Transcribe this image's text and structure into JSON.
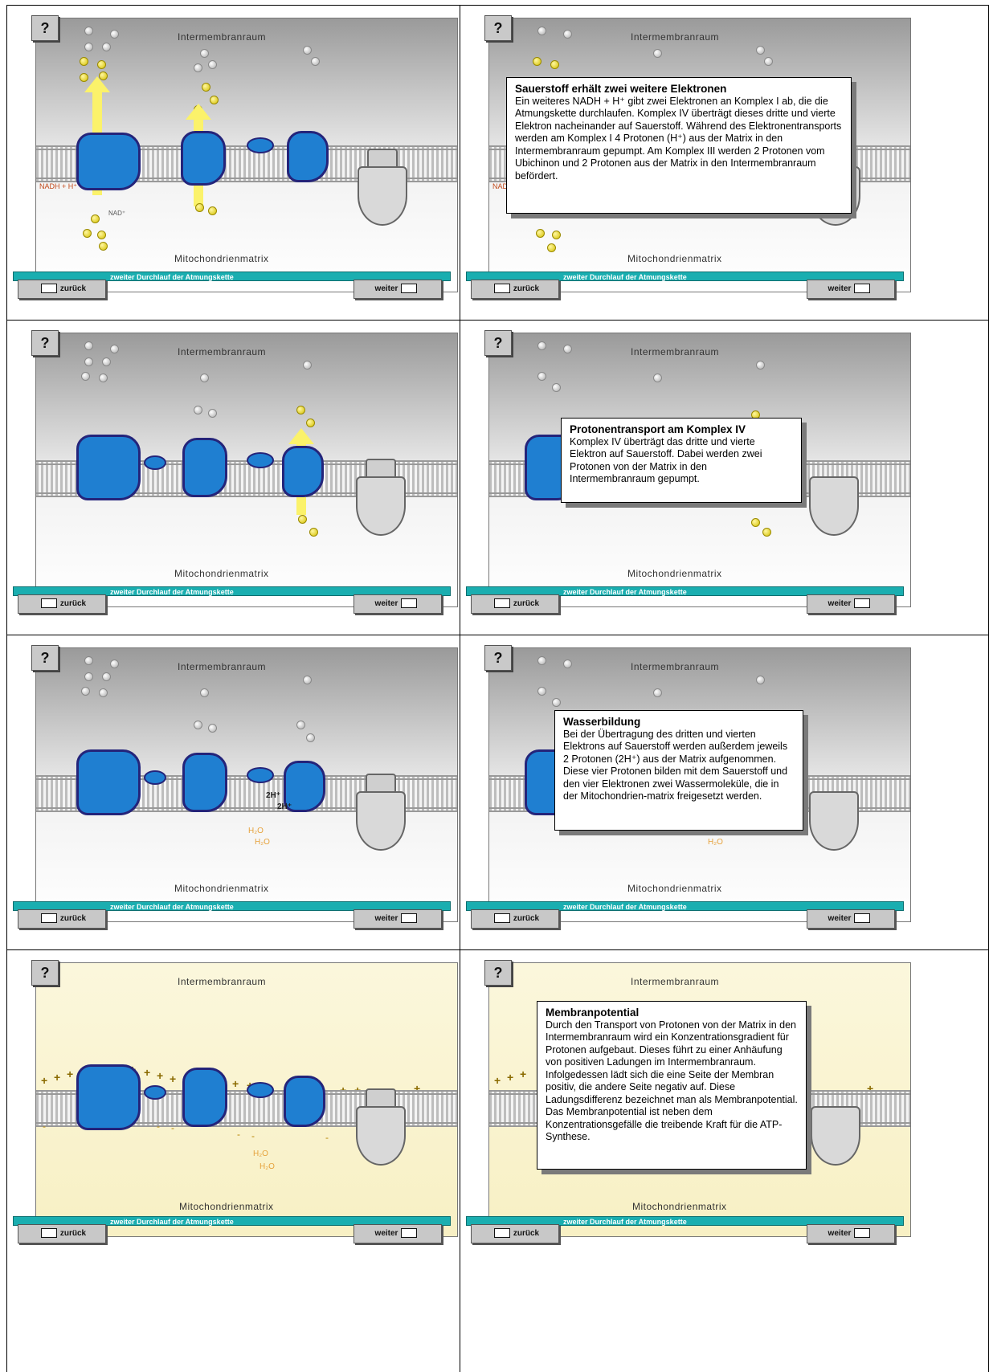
{
  "common": {
    "help_label": "?",
    "top_label": "Intermembranraum",
    "bottom_label": "Mitochondrienmatrix",
    "bar_label": "zweiter Durchlauf der Atmungskette",
    "back_label": "zurück",
    "next_label": "weiter"
  },
  "panels": [
    {
      "id": "p1",
      "annotations": {
        "nadh": "NADH + H⁺",
        "nadp": "NAD⁺"
      }
    },
    {
      "id": "p2",
      "info": {
        "title": "Sauerstoff erhält zwei weitere Elektronen",
        "text": "Ein weiteres NADH + H⁺ gibt zwei Elektronen an Komplex I ab, die die Atmungskette durchlaufen. Komplex IV überträgt dieses dritte und vierte Elektron nacheinander auf Sauerstoff. Während des Elektronentransports werden am Komplex I 4 Protonen (H⁺) aus der Matrix in den Intermembranraum gepumpt. Am Komplex III werden 2 Protonen vom Ubichinon und 2 Protonen aus der Matrix in den Intermembranraum befördert."
      },
      "annotations": {
        "nadh": "NAD"
      }
    },
    {
      "id": "p3"
    },
    {
      "id": "p4",
      "info": {
        "title": "Protonentransport am Komplex IV",
        "text": "Komplex IV überträgt das dritte und vierte Elektron auf Sauerstoff. Dabei werden zwei Protonen von der Matrix in den Intermembranraum gepumpt."
      }
    },
    {
      "id": "p5",
      "annotations": {
        "twoh_a": "2H⁺",
        "twoh_b": "2H⁺",
        "h2o_a": "H₂O",
        "h2o_b": "H₂O"
      }
    },
    {
      "id": "p6",
      "info": {
        "title": "Wasserbildung",
        "text": "Bei der Übertragung des dritten und vierten Elektrons auf Sauerstoff werden außerdem jeweils 2 Protonen (2H⁺) aus der Matrix aufgenommen. Diese vier Protonen bilden mit dem Sauerstoff und den vier Elektronen zwei Wassermoleküle, die in der Mitochondrien-matrix freigesetzt werden."
      },
      "annotations": {
        "h2o_a": "H₂O"
      }
    },
    {
      "id": "p7",
      "annotations": {
        "h2o_a": "H₂O",
        "h2o_b": "H₂O"
      }
    },
    {
      "id": "p8",
      "info": {
        "title": "Membranpotential",
        "text": "Durch den Transport von Protonen von der Matrix in den Intermembranraum wird ein Konzentrationsgradient für Protonen aufgebaut. Dieses führt zu einer Anhäufung von positiven Ladungen im Intermembranraum. Infolgedessen lädt sich die eine Seite der Membran positiv, die andere Seite negativ auf. Diese Ladungsdifferenz bezeichnet man als Membranpotential. Das Membranpotential ist neben dem Konzentrationsgefälle die treibende Kraft für die ATP-Synthese."
      }
    }
  ]
}
